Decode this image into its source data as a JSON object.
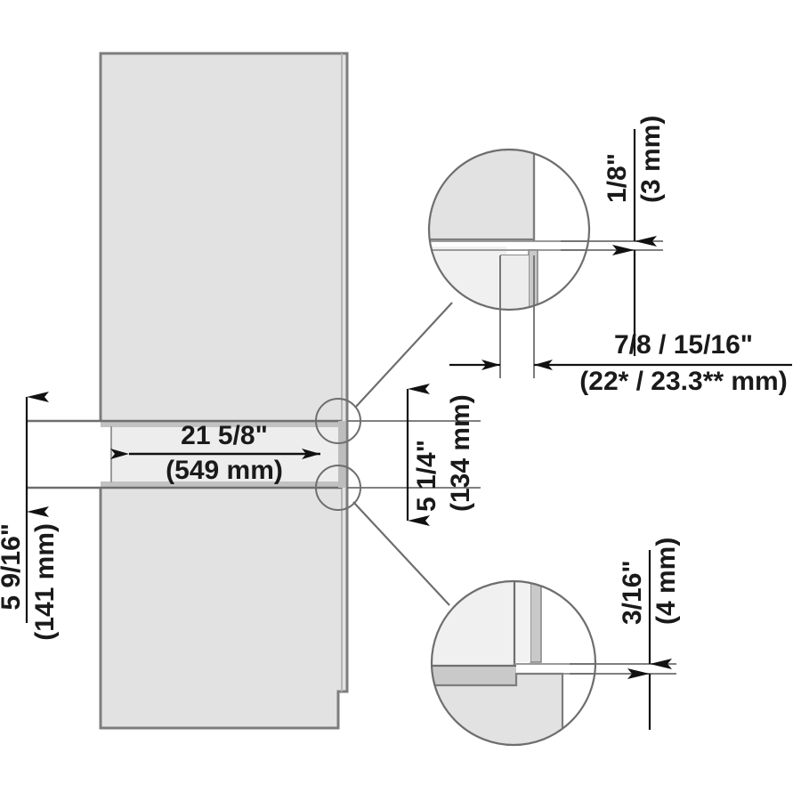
{
  "drawing": {
    "title": "Appliance panel installation detail drawing",
    "type": "technical-dimension-drawing",
    "background_color": "#ffffff",
    "body_fill": "#e2e2e2",
    "panel_fill": "#ededed",
    "band_fill": "#c9c9c9",
    "outline_color": "#7d7d7d",
    "dim_line_color": "#4d4d4d",
    "text_color": "#1a1a1a"
  },
  "dimensions": {
    "width_slot": {
      "imperial": "21 5/8\"",
      "metric": "(549 mm)",
      "orientation": "horizontal",
      "location": "inside-slot"
    },
    "height_overall": {
      "imperial": "5 9/16\"",
      "metric": "(141 mm)",
      "orientation": "vertical",
      "location": "left-outer"
    },
    "height_inner": {
      "imperial": "5 1/4\"",
      "metric": "(134 mm)",
      "orientation": "vertical",
      "location": "right-of-body"
    },
    "gap_top": {
      "imperial": "1/8\"",
      "metric": "(3 mm)",
      "orientation": "vertical",
      "location": "top-right-detail"
    },
    "gap_bottom": {
      "imperial": "3/16\"",
      "metric": "(4 mm)",
      "orientation": "vertical",
      "location": "bottom-right-detail"
    },
    "thickness": {
      "imperial": "7/8 / 15/16\"",
      "metric": "(22* / 23.3** mm)",
      "orientation": "horizontal",
      "location": "mid-right"
    }
  },
  "details": {
    "top_detail_label": "top-detail-view",
    "bottom_detail_label": "bottom-detail-view",
    "callout_top_label": "top-callout-circle",
    "callout_bottom_label": "bottom-callout-circle"
  }
}
